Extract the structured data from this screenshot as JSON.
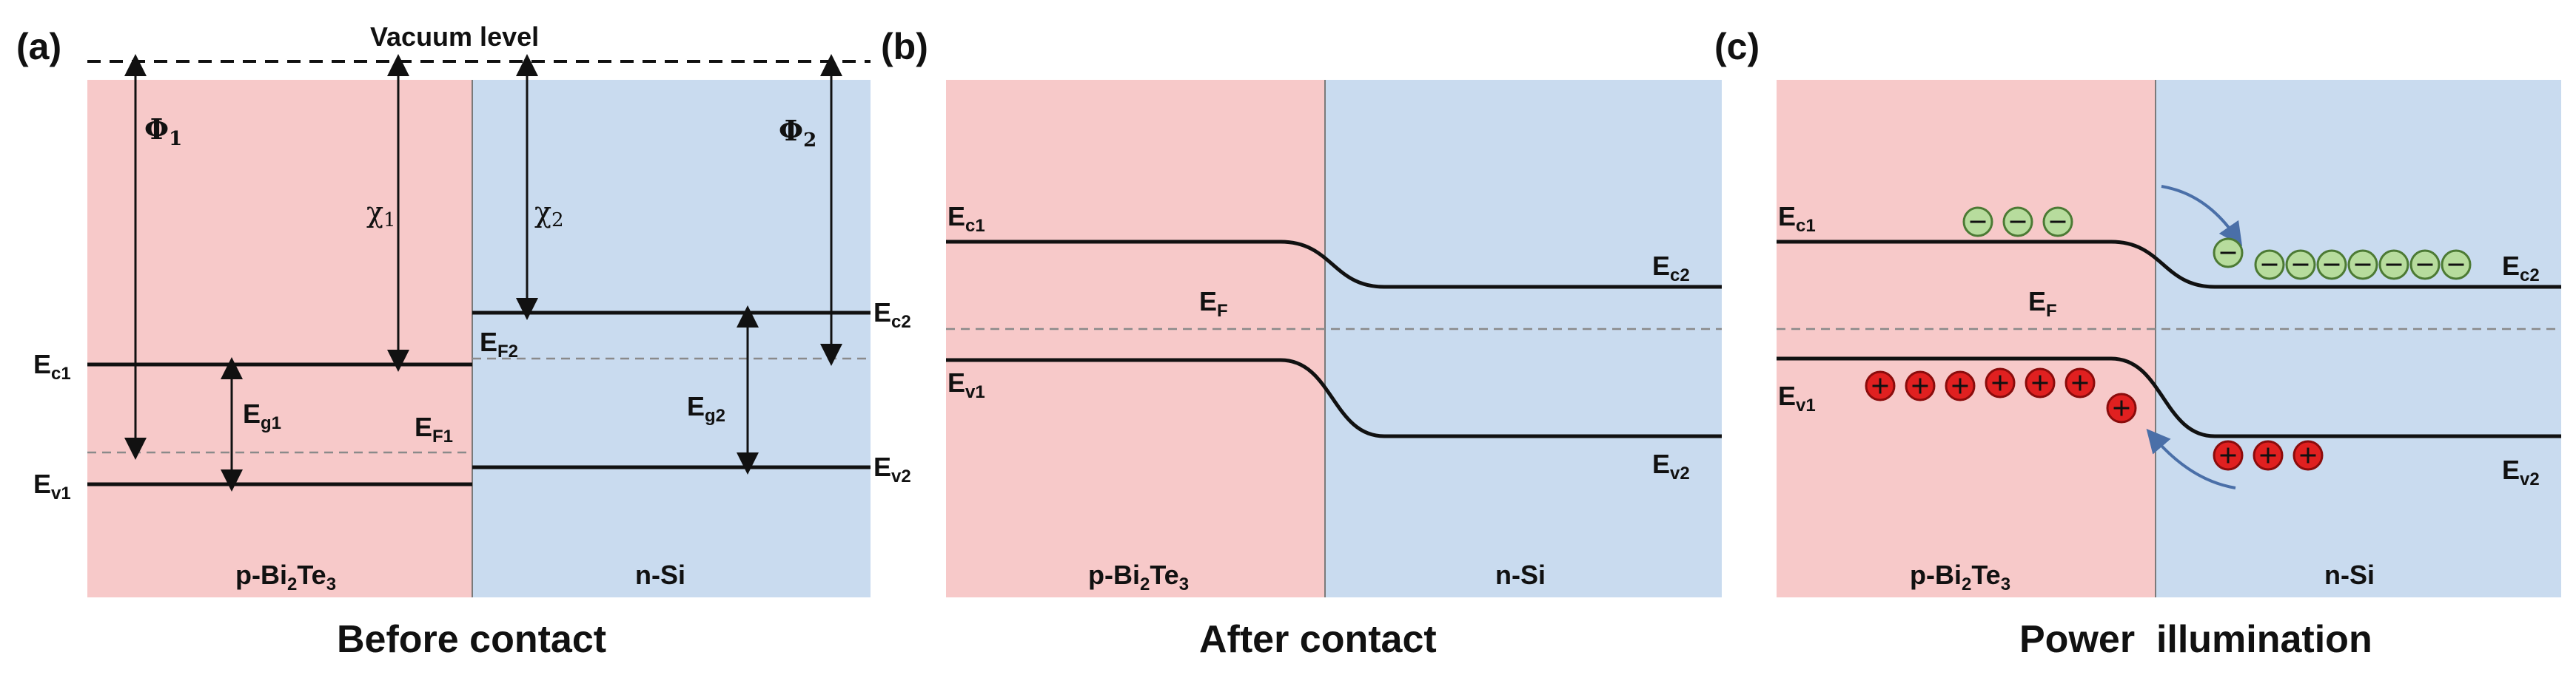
{
  "colors": {
    "p_region": "#f7c9c9",
    "n_region": "#c9dbef",
    "band_line": "#111111",
    "fermi_line": "#8a8a8a",
    "electron_fill": "#b7dc9d",
    "electron_stroke": "#4c7a34",
    "hole_fill": "#e02020",
    "hole_stroke": "#8a0c0c",
    "flow_arrow": "#4a6fa8"
  },
  "panel_a": {
    "tag": "(a)",
    "vacuum_level": "Vacuum level",
    "phi1": "Φ",
    "phi1_sub": "1",
    "phi2": "Φ",
    "phi2_sub": "2",
    "chi1": "χ",
    "chi1_sub": "1",
    "chi2": "χ",
    "chi2_sub": "2",
    "ec1": "E",
    "ec1_sub": "c1",
    "ev1": "E",
    "ev1_sub": "v1",
    "eg1": "E",
    "eg1_sub": "g1",
    "ef1": "E",
    "ef1_sub": "F1",
    "ec2": "E",
    "ec2_sub": "c2",
    "ev2": "E",
    "ev2_sub": "v2",
    "eg2": "E",
    "eg2_sub": "g2",
    "ef2": "E",
    "ef2_sub": "F2",
    "p_material_a": "p-Bi",
    "p_material_b": "2",
    "p_material_c": "Te",
    "p_material_d": "3",
    "n_material": "n-Si",
    "caption": "Before contact"
  },
  "panel_b": {
    "tag": "(b)",
    "ec1": "E",
    "ec1_sub": "c1",
    "ev1": "E",
    "ev1_sub": "v1",
    "ef": "E",
    "ef_sub": "F",
    "ec2": "E",
    "ec2_sub": "c2",
    "ev2": "E",
    "ev2_sub": "v2",
    "p_material_a": "p-Bi",
    "p_material_b": "2",
    "p_material_c": "Te",
    "p_material_d": "3",
    "n_material": "n-Si",
    "caption": "After contact"
  },
  "panel_c": {
    "tag": "(c)",
    "ec1": "E",
    "ec1_sub": "c1",
    "ev1": "E",
    "ev1_sub": "v1",
    "ef": "E",
    "ef_sub": "F",
    "ec2": "E",
    "ec2_sub": "c2",
    "ev2": "E",
    "ev2_sub": "v2",
    "p_material_a": "p-Bi",
    "p_material_b": "2",
    "p_material_c": "Te",
    "p_material_d": "3",
    "n_material": "n-Si",
    "caption": "Power  illumination",
    "electron_symbol": "−",
    "hole_symbol": "+"
  }
}
